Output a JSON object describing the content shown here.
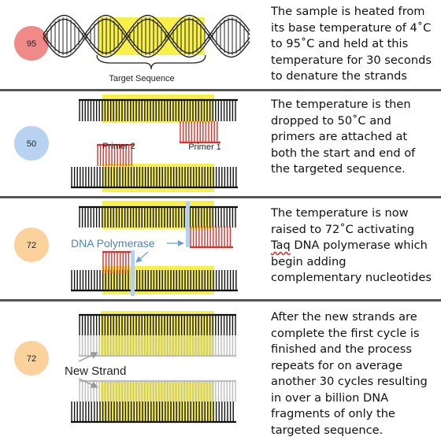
{
  "colors": {
    "highlight": "#f7f04a",
    "primer": "#e0302a",
    "polymerase": "#b8d0ea",
    "polymerase_label": "#4a86c4",
    "new_strand": "#bdbdbd",
    "circle_95": "#f08a88",
    "circle_50": "#b8d3f1",
    "circle_72": "#fbd29c",
    "separator": "#555555"
  },
  "steps": [
    {
      "temp": "95",
      "text": "The sample is heated from its base temperature of 4˚C to 95˚C and held at this temperature for 30 seconds to denature the strands"
    },
    {
      "temp": "50",
      "text": "The temperature is then dropped to 50˚C and primers are attached at both the start and end of the targeted sequence."
    },
    {
      "temp": "72",
      "text_before": "The temperature is now raised to 72˚C activating ",
      "text_mark": "Taq",
      "text_after": " DNA polymerase which begin adding complementary nucleotides"
    },
    {
      "temp": "72",
      "text": "After the new strands are complete the first cycle is finished and the process repeats for on average another 30 cycles resulting in over a billion DNA fragments of only the targeted sequence."
    }
  ],
  "labels": {
    "target_sequence": "Target Sequence",
    "primer_1": "Primer 1",
    "primer_2": "Primer 2",
    "dna_polymerase": "DNA Polymerase",
    "new_strand": "New Strand"
  }
}
